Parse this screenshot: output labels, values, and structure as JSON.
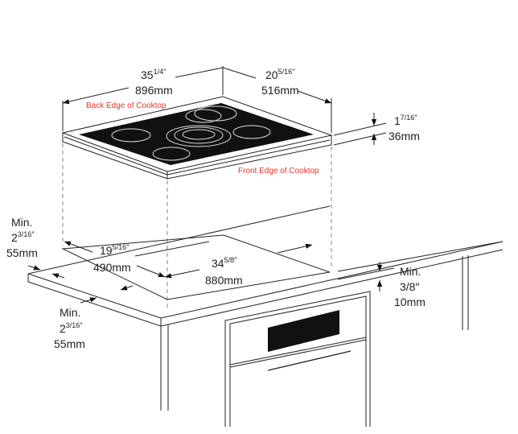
{
  "labels": {
    "back_edge": "Back Edge of Cooktop",
    "front_edge": "Front Edge of Cooktop"
  },
  "dimensions": {
    "width": {
      "whole": "35",
      "frac": "1/4″",
      "mm": "896mm"
    },
    "depth": {
      "whole": "20",
      "frac": "5/16″",
      "mm": "516mm"
    },
    "height": {
      "whole": "1",
      "frac": "7/16″",
      "mm": "36mm"
    },
    "cutout_depth": {
      "whole": "19",
      "frac": "5/16″",
      "mm": "490mm"
    },
    "cutout_width": {
      "whole": "34",
      "frac": "5/8″",
      "mm": "880mm"
    },
    "min_back": {
      "min": "Min.",
      "whole": "2",
      "frac": "3/16″",
      "mm": "55mm"
    },
    "min_front": {
      "min": "Min.",
      "whole": "2",
      "frac": "3/16″",
      "mm": "55mm"
    },
    "min_above": {
      "min": "Min.",
      "value": "3/8″",
      "mm": "10mm"
    }
  },
  "colors": {
    "label_red": "#e8332a",
    "glass": "#111111"
  }
}
